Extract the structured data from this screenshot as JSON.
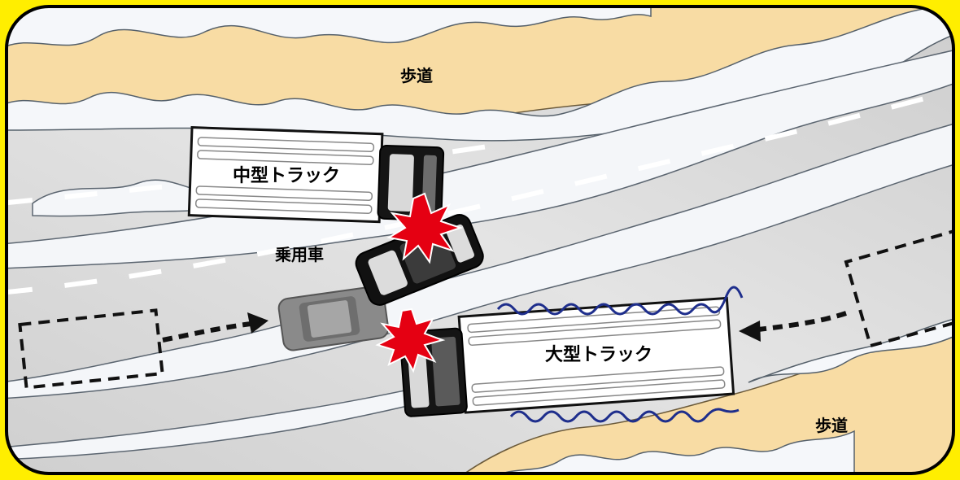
{
  "labels": {
    "sidewalk_top": "歩道",
    "sidewalk_bottom": "歩道",
    "medium_truck": "中型トラック",
    "passenger_car": "乗用車",
    "large_truck": "大型トラック"
  },
  "colors": {
    "frame_background": "#ffee00",
    "sidewalk": "#f8dca4",
    "road": "#d2d2d2",
    "snow": "#f1f3f6",
    "collision_burst": "#e50012",
    "wave_lines": "#1e2e8c"
  }
}
